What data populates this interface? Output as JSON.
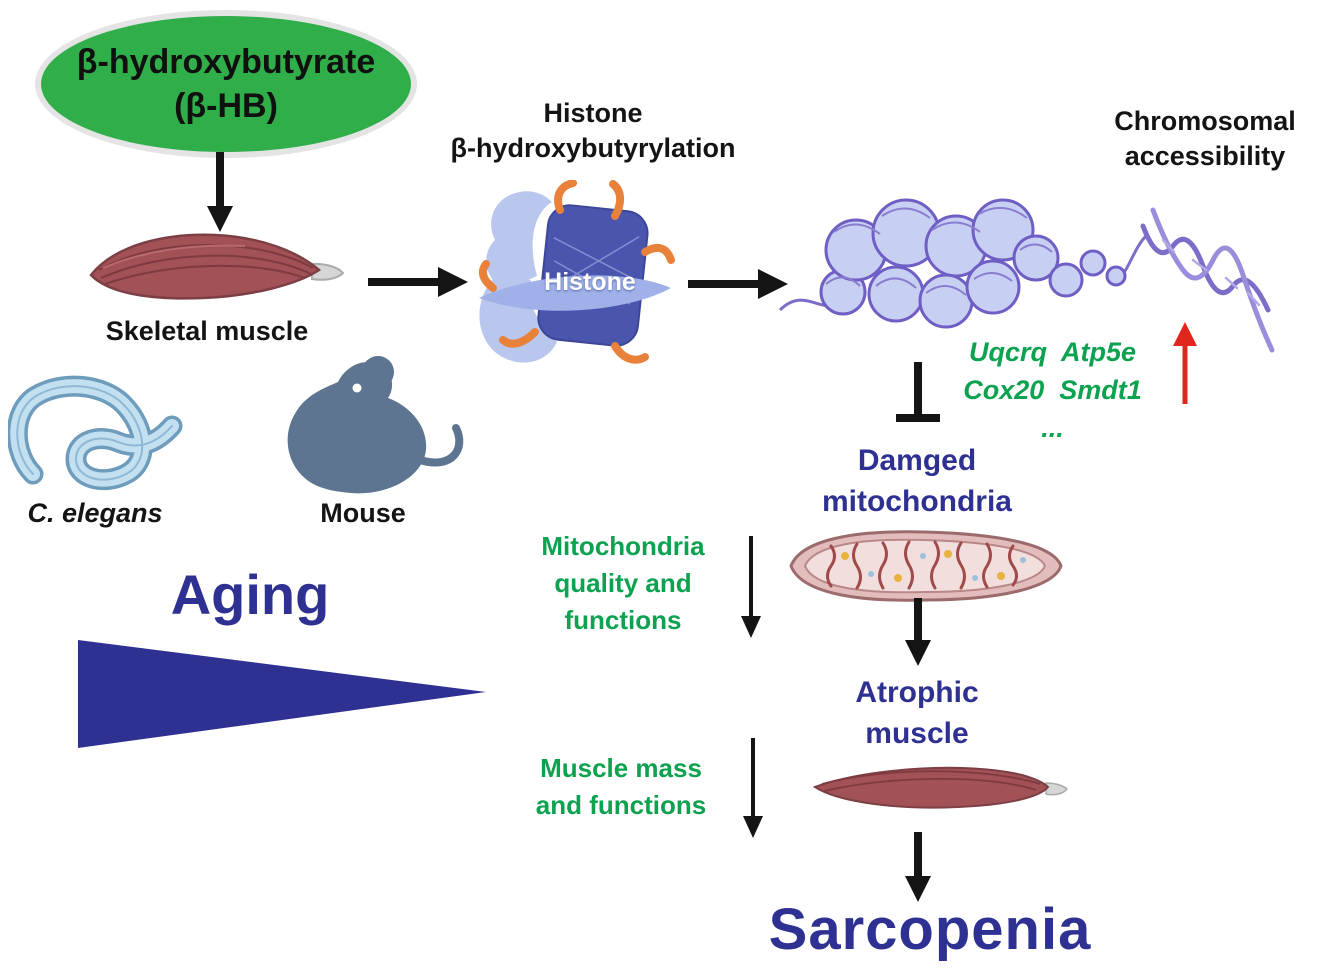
{
  "colors": {
    "navy": "#2e3192",
    "green_text": "#0ca24f",
    "ellipse_green": "#2fae49",
    "arrow_black": "#141414",
    "arrow_red": "#e0261d",
    "muscle_red": "#a25156",
    "chromatin_purple": "#6f5ec4",
    "mouse_gray": "#5d7590"
  },
  "nodes": {
    "bhb": {
      "line1": "β-hydroxybutyrate",
      "line2": "(β-HB)"
    },
    "histone_process": {
      "line1": "Histone",
      "line2": "β-hydroxybutyrylation"
    },
    "chromosomal_accessibility": {
      "line1": "Chromosomal",
      "line2": "accessibility"
    },
    "skeletal_muscle_label": "Skeletal muscle",
    "histone_core_label": "Histone",
    "genes": {
      "line1": "Uqcrq  Atp5e",
      "line2": "Cox20  Smdt1",
      "line3": "..."
    },
    "c_elegans_label": "C. elegans",
    "mouse_label": "Mouse",
    "aging_label": "Aging",
    "damaged_mitochondria": {
      "line1": "Damged",
      "line2": "mitochondria"
    },
    "mitochondria_quality": {
      "line1": "Mitochondria",
      "line2": "quality and",
      "line3": "functions"
    },
    "atrophic_muscle": {
      "line1": "Atrophic",
      "line2": "muscle"
    },
    "muscle_mass": {
      "line1": "Muscle mass",
      "line2": "and functions"
    },
    "sarcopenia_label": "Sarcopenia"
  }
}
